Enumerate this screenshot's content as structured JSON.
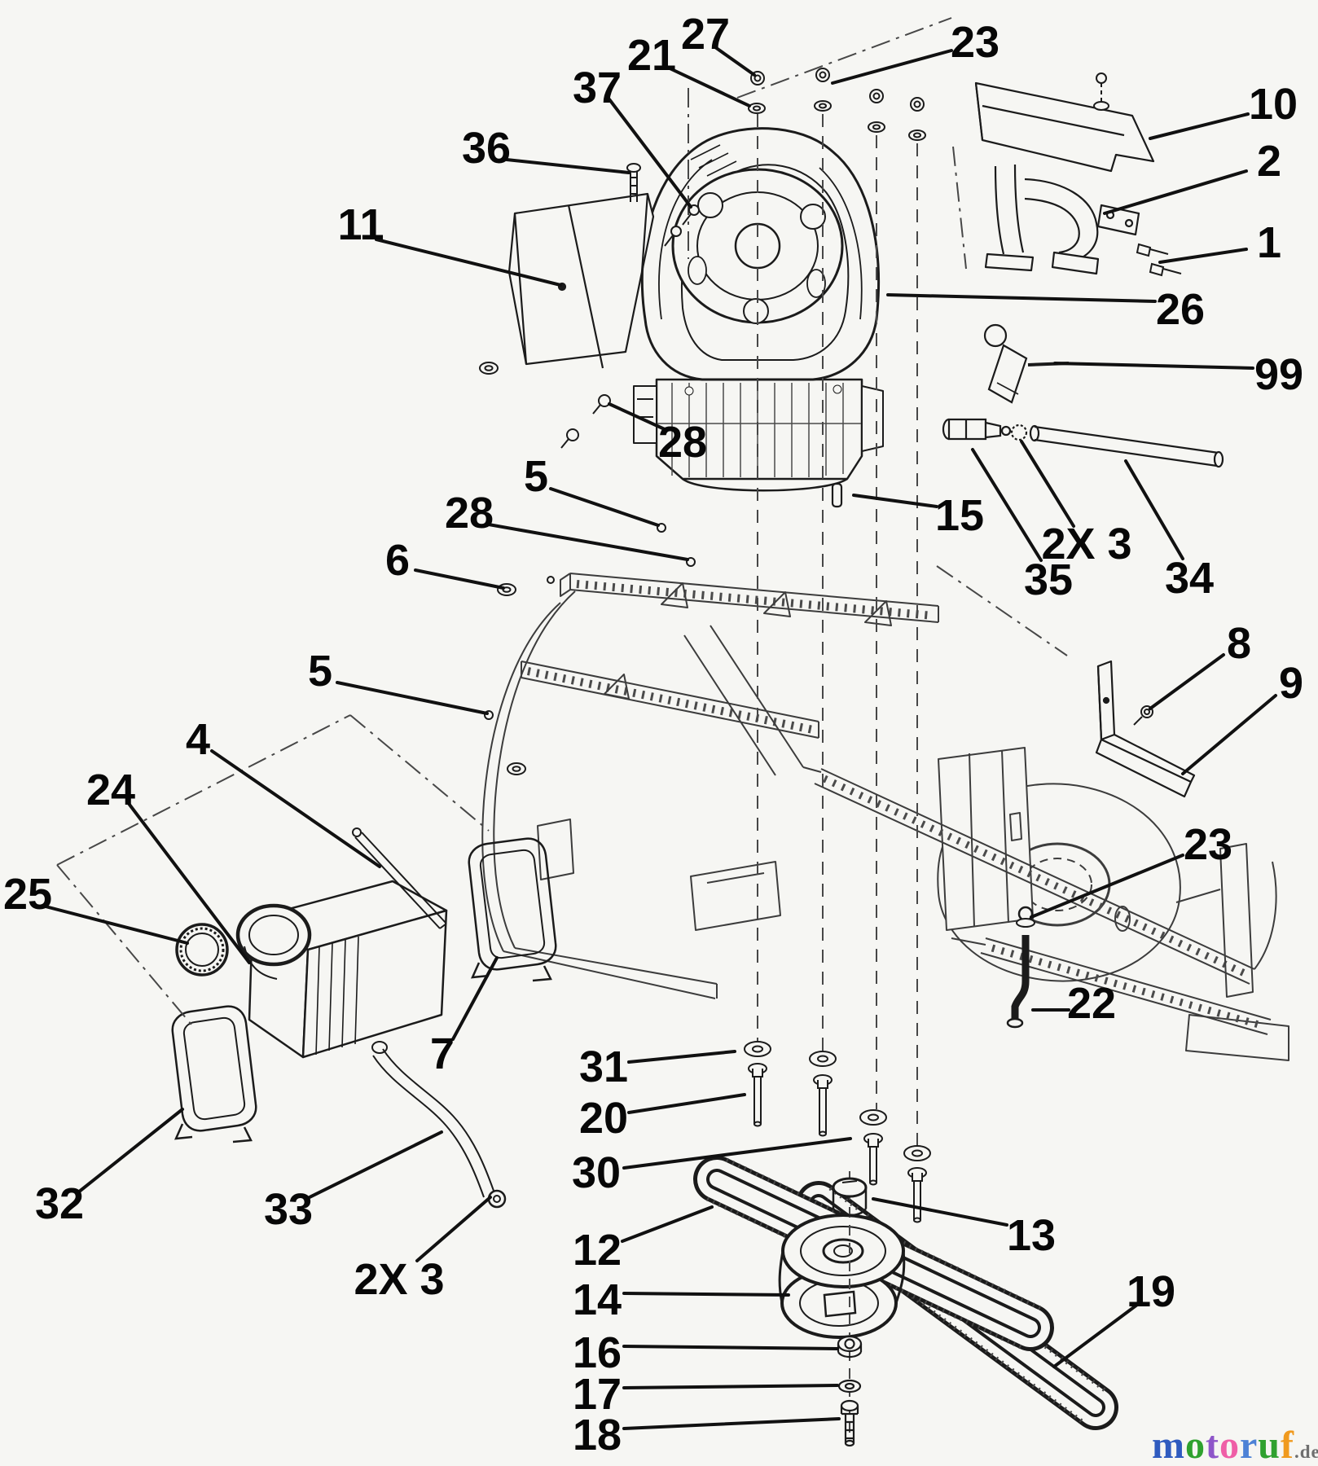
{
  "page": {
    "background_color": "#f6f6f3",
    "line_color": "#1b1b1b",
    "frame_line_color": "#3c3c3c"
  },
  "callouts": [
    {
      "id": "27",
      "label": "27"
    },
    {
      "id": "21",
      "label": "21"
    },
    {
      "id": "23-top",
      "label": "23"
    },
    {
      "id": "37",
      "label": "37"
    },
    {
      "id": "36",
      "label": "36"
    },
    {
      "id": "10",
      "label": "10"
    },
    {
      "id": "2",
      "label": "2"
    },
    {
      "id": "11",
      "label": "11"
    },
    {
      "id": "1",
      "label": "1"
    },
    {
      "id": "26",
      "label": "26"
    },
    {
      "id": "99",
      "label": "99"
    },
    {
      "id": "28-a",
      "label": "28"
    },
    {
      "id": "5-a",
      "label": "5"
    },
    {
      "id": "28-b",
      "label": "28"
    },
    {
      "id": "15",
      "label": "15"
    },
    {
      "id": "2x3-a",
      "label": "2X 3"
    },
    {
      "id": "6",
      "label": "6"
    },
    {
      "id": "35",
      "label": "35"
    },
    {
      "id": "34",
      "label": "34"
    },
    {
      "id": "5-b",
      "label": "5"
    },
    {
      "id": "8",
      "label": "8"
    },
    {
      "id": "9",
      "label": "9"
    },
    {
      "id": "4",
      "label": "4"
    },
    {
      "id": "24",
      "label": "24"
    },
    {
      "id": "25",
      "label": "25"
    },
    {
      "id": "23-right",
      "label": "23"
    },
    {
      "id": "22",
      "label": "22"
    },
    {
      "id": "7",
      "label": "7"
    },
    {
      "id": "31",
      "label": "31"
    },
    {
      "id": "20",
      "label": "20"
    },
    {
      "id": "30",
      "label": "30"
    },
    {
      "id": "32",
      "label": "32"
    },
    {
      "id": "33",
      "label": "33"
    },
    {
      "id": "13",
      "label": "13"
    },
    {
      "id": "12",
      "label": "12"
    },
    {
      "id": "2x3-b",
      "label": "2X 3"
    },
    {
      "id": "14",
      "label": "14"
    },
    {
      "id": "19",
      "label": "19"
    },
    {
      "id": "16",
      "label": "16"
    },
    {
      "id": "17",
      "label": "17"
    },
    {
      "id": "18",
      "label": "18"
    }
  ],
  "logo": {
    "letters": [
      {
        "char": "m",
        "color": "#2f5bbf"
      },
      {
        "char": "o",
        "color": "#2fa12f"
      },
      {
        "char": "t",
        "color": "#8e56c9"
      },
      {
        "char": "o",
        "color": "#ef5fa7"
      },
      {
        "char": "r",
        "color": "#4d82d6"
      },
      {
        "char": "u",
        "color": "#2fa12f"
      },
      {
        "char": "f",
        "color": "#f09a1e"
      }
    ],
    "suffix": ".de",
    "suffix_color": "#6f6f6f"
  }
}
